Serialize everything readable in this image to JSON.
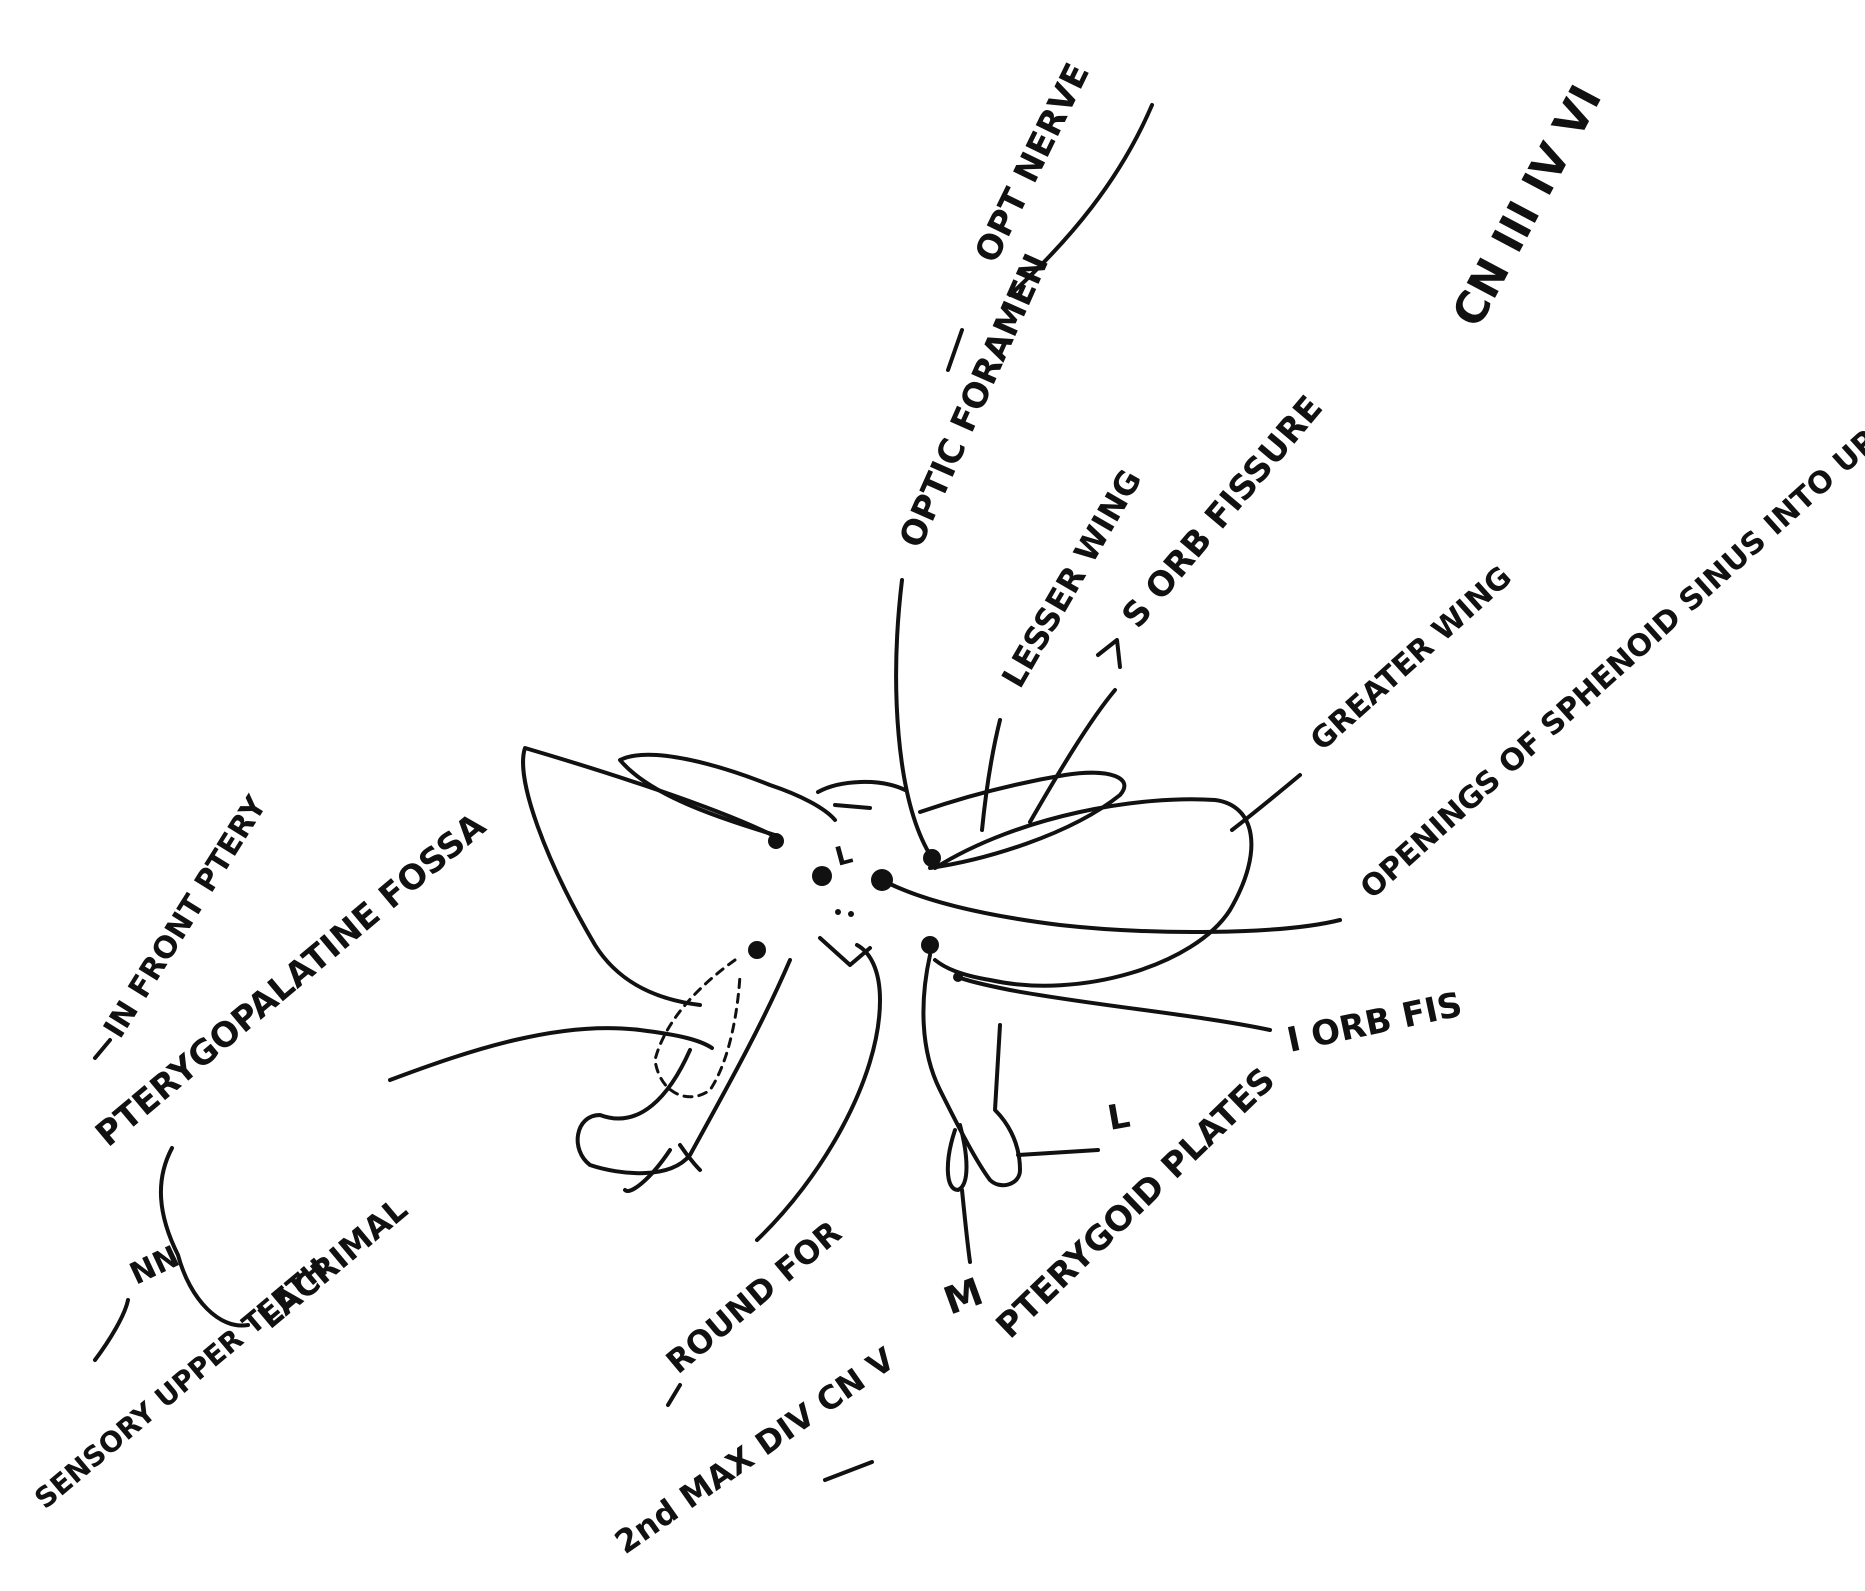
{
  "colors": {
    "ink": "#111111",
    "paper": "#ffffff"
  },
  "labels": {
    "opt_nerve": "OPT NERVE",
    "cn_3_4_6": "CN III IV VI",
    "optic_foramen": "OPTIC FORAMEN",
    "lesser_wing": "LESSER WING",
    "sup_orb_fissure": "S ORB FISSURE",
    "greater_wing": "GREATER WING",
    "sinus_openings": "OPENINGS OF SPHENOID SINUS INTO UPPER NASAL CAVITY",
    "inf_orb_fissure": "I ORB FIS",
    "lateral_plate": "L",
    "pterygoid_plates": "PTERYGOID PLATES",
    "medial_plate": "M",
    "round_foramen": "ROUND FOR",
    "max_nerve": "2nd MAX DIV CN V",
    "pterygopalatine_fossa": "PTERYGOPALATINE FOSSA",
    "in_front_ptery": "IN FRONT PTERY",
    "nn": "NN",
    "lacrimal": "LACRIMAL",
    "sensory_teeth": "SENSORY UPPER TEETH",
    "lesser_marker": "L"
  }
}
